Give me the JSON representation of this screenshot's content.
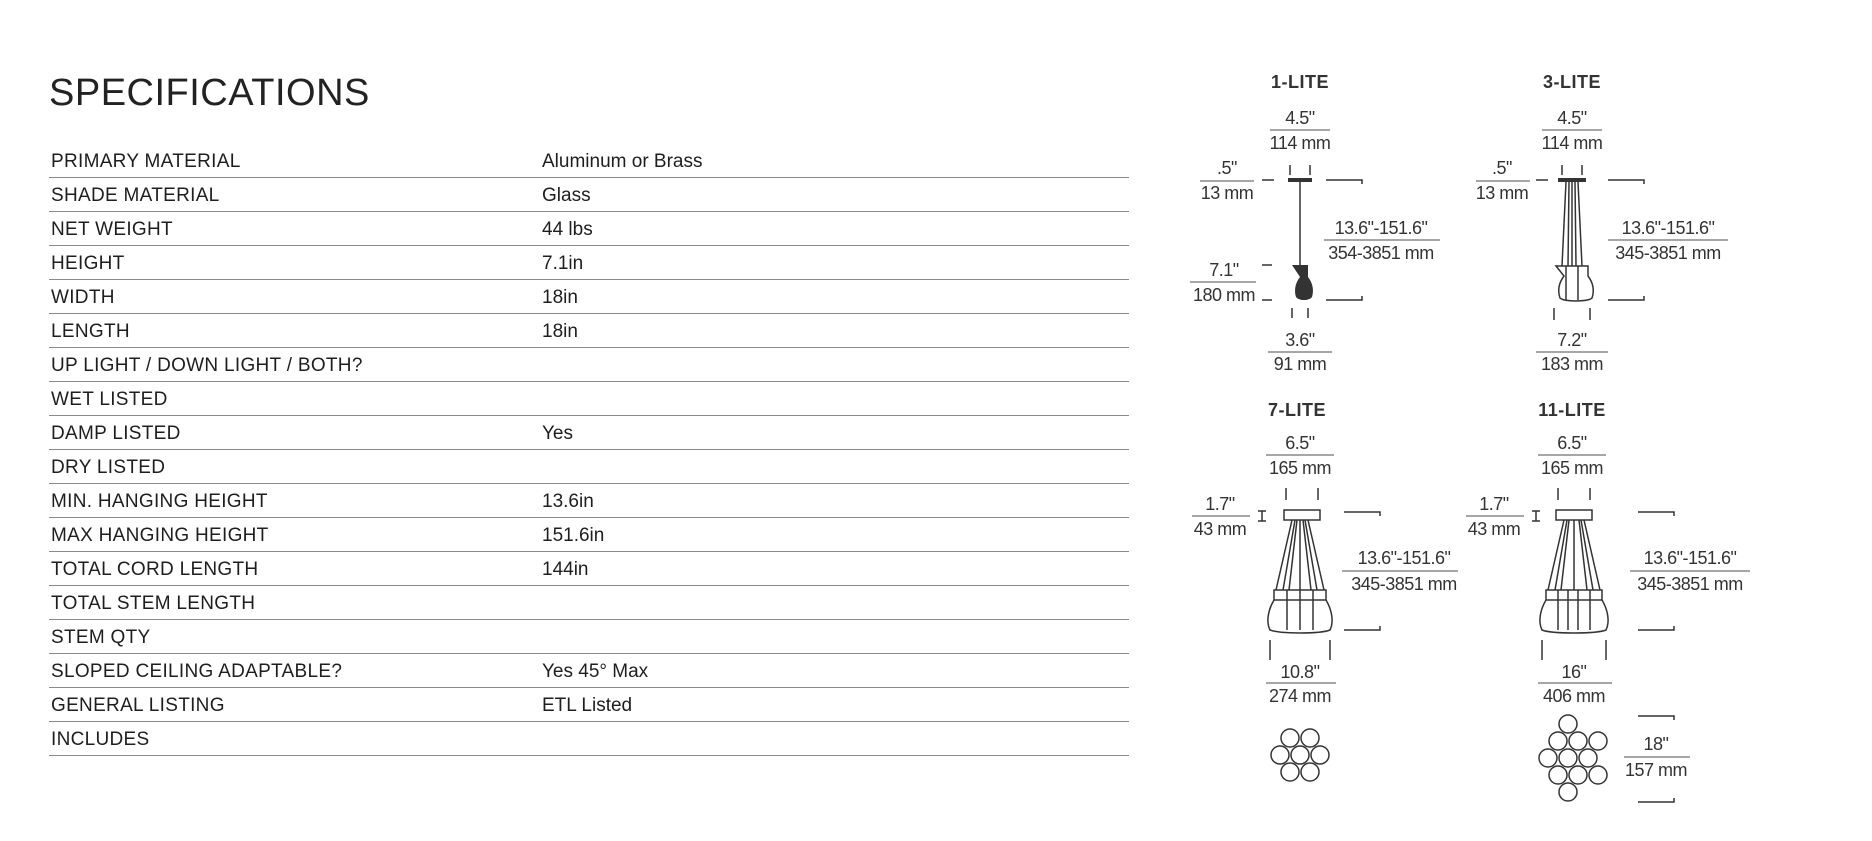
{
  "title": "SPECIFICATIONS",
  "specs": [
    {
      "label": "PRIMARY MATERIAL",
      "value": "Aluminum or Brass"
    },
    {
      "label": "SHADE MATERIAL",
      "value": "Glass"
    },
    {
      "label": "NET WEIGHT",
      "value": "44 lbs"
    },
    {
      "label": "HEIGHT",
      "value": "7.1in"
    },
    {
      "label": "WIDTH",
      "value": "18in"
    },
    {
      "label": "LENGTH",
      "value": "18in"
    },
    {
      "label": "UP LIGHT / DOWN LIGHT / BOTH?",
      "value": ""
    },
    {
      "label": "WET LISTED",
      "value": ""
    },
    {
      "label": "DAMP LISTED",
      "value": "Yes"
    },
    {
      "label": "DRY LISTED",
      "value": ""
    },
    {
      "label": "MIN. HANGING HEIGHT",
      "value": "13.6in"
    },
    {
      "label": "MAX HANGING HEIGHT",
      "value": "151.6in"
    },
    {
      "label": "TOTAL CORD LENGTH",
      "value": "144in"
    },
    {
      "label": "TOTAL STEM LENGTH",
      "value": ""
    },
    {
      "label": "STEM QTY",
      "value": ""
    },
    {
      "label": "SLOPED CEILING ADAPTABLE?",
      "value": "Yes 45° Max"
    },
    {
      "label": "GENERAL LISTING",
      "value": "ETL Listed"
    },
    {
      "label": "INCLUDES",
      "value": ""
    }
  ],
  "diagrams": {
    "lite1": {
      "title": "1-LITE",
      "canopy_w_in": "4.5\"",
      "canopy_w_mm": "114 mm",
      "canopy_h_in": ".5\"",
      "canopy_h_mm": "13 mm",
      "hang_in": "13.6\"-151.6\"",
      "hang_mm": "354-3851 mm",
      "shade_h_in": "7.1\"",
      "shade_h_mm": "180 mm",
      "width_in": "3.6\"",
      "width_mm": "91 mm"
    },
    "lite3": {
      "title": "3-LITE",
      "canopy_w_in": "4.5\"",
      "canopy_w_mm": "114 mm",
      "canopy_h_in": ".5\"",
      "canopy_h_mm": "13 mm",
      "hang_in": "13.6\"-151.6\"",
      "hang_mm": "345-3851 mm",
      "width_in": "7.2\"",
      "width_mm": "183 mm"
    },
    "lite7": {
      "title": "7-LITE",
      "canopy_w_in": "6.5\"",
      "canopy_w_mm": "165 mm",
      "canopy_h_in": "1.7\"",
      "canopy_h_mm": "43 mm",
      "hang_in": "13.6\"-151.6\"",
      "hang_mm": "345-3851 mm",
      "width_in": "10.8\"",
      "width_mm": "274 mm"
    },
    "lite11": {
      "title": "11-LITE",
      "canopy_w_in": "6.5\"",
      "canopy_w_mm": "165 mm",
      "canopy_h_in": "1.7\"",
      "canopy_h_mm": "43 mm",
      "hang_in": "13.6\"-151.6\"",
      "hang_mm": "345-3851 mm",
      "width_in": "16\"",
      "width_mm": "406 mm",
      "depth_in": "18\"",
      "depth_mm": "157 mm"
    }
  }
}
